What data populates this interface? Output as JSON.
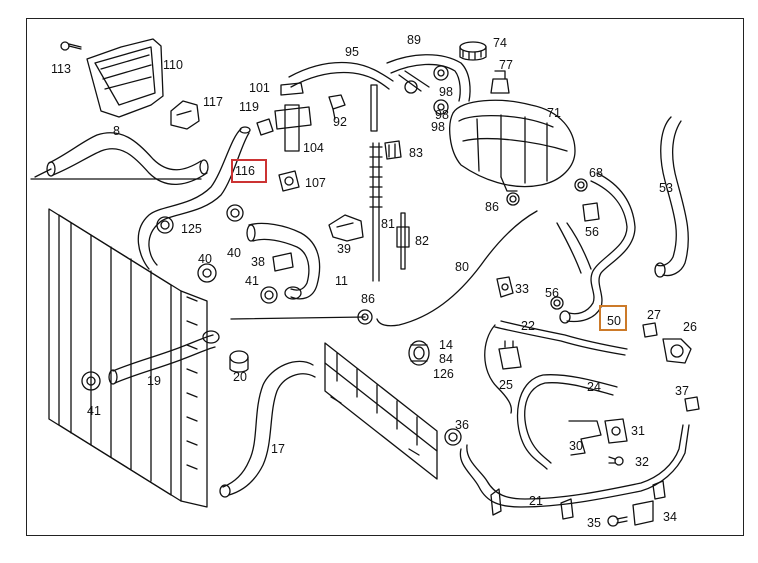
{
  "highlights": [
    {
      "label": "116",
      "color": "#cc3333"
    },
    {
      "label": "50",
      "color": "#cc7a29"
    }
  ],
  "parts": {
    "p113": "113",
    "p110": "110",
    "p95": "95",
    "p89": "89",
    "p74": "74",
    "p101": "101",
    "p117": "117",
    "p119": "119",
    "p8": "8",
    "p98a": "98",
    "p77": "77",
    "p98b": "98",
    "p71": "71",
    "p92": "92",
    "p98c": "98",
    "p104": "104",
    "p83": "83",
    "p116": "116",
    "p107": "107",
    "p68": "68",
    "p53": "53",
    "p86a": "86",
    "p125": "125",
    "p81": "81",
    "p56a": "56",
    "p40a": "40",
    "p39": "39",
    "p82": "82",
    "p40b": "40",
    "p38": "38",
    "p80": "80",
    "p41a": "41",
    "p11": "11",
    "p33": "33",
    "p56b": "56",
    "p86b": "86",
    "p27": "27",
    "p50": "50",
    "p26": "26",
    "p22": "22",
    "p14": "14",
    "p84": "84",
    "p126": "126",
    "p19": "19",
    "p20": "20",
    "p25": "25",
    "p24": "24",
    "p41b": "41",
    "p37": "37",
    "p36": "36",
    "p31": "31",
    "p17": "17",
    "p30": "30",
    "p32": "32",
    "p21": "21",
    "p34": "34",
    "p35": "35"
  }
}
